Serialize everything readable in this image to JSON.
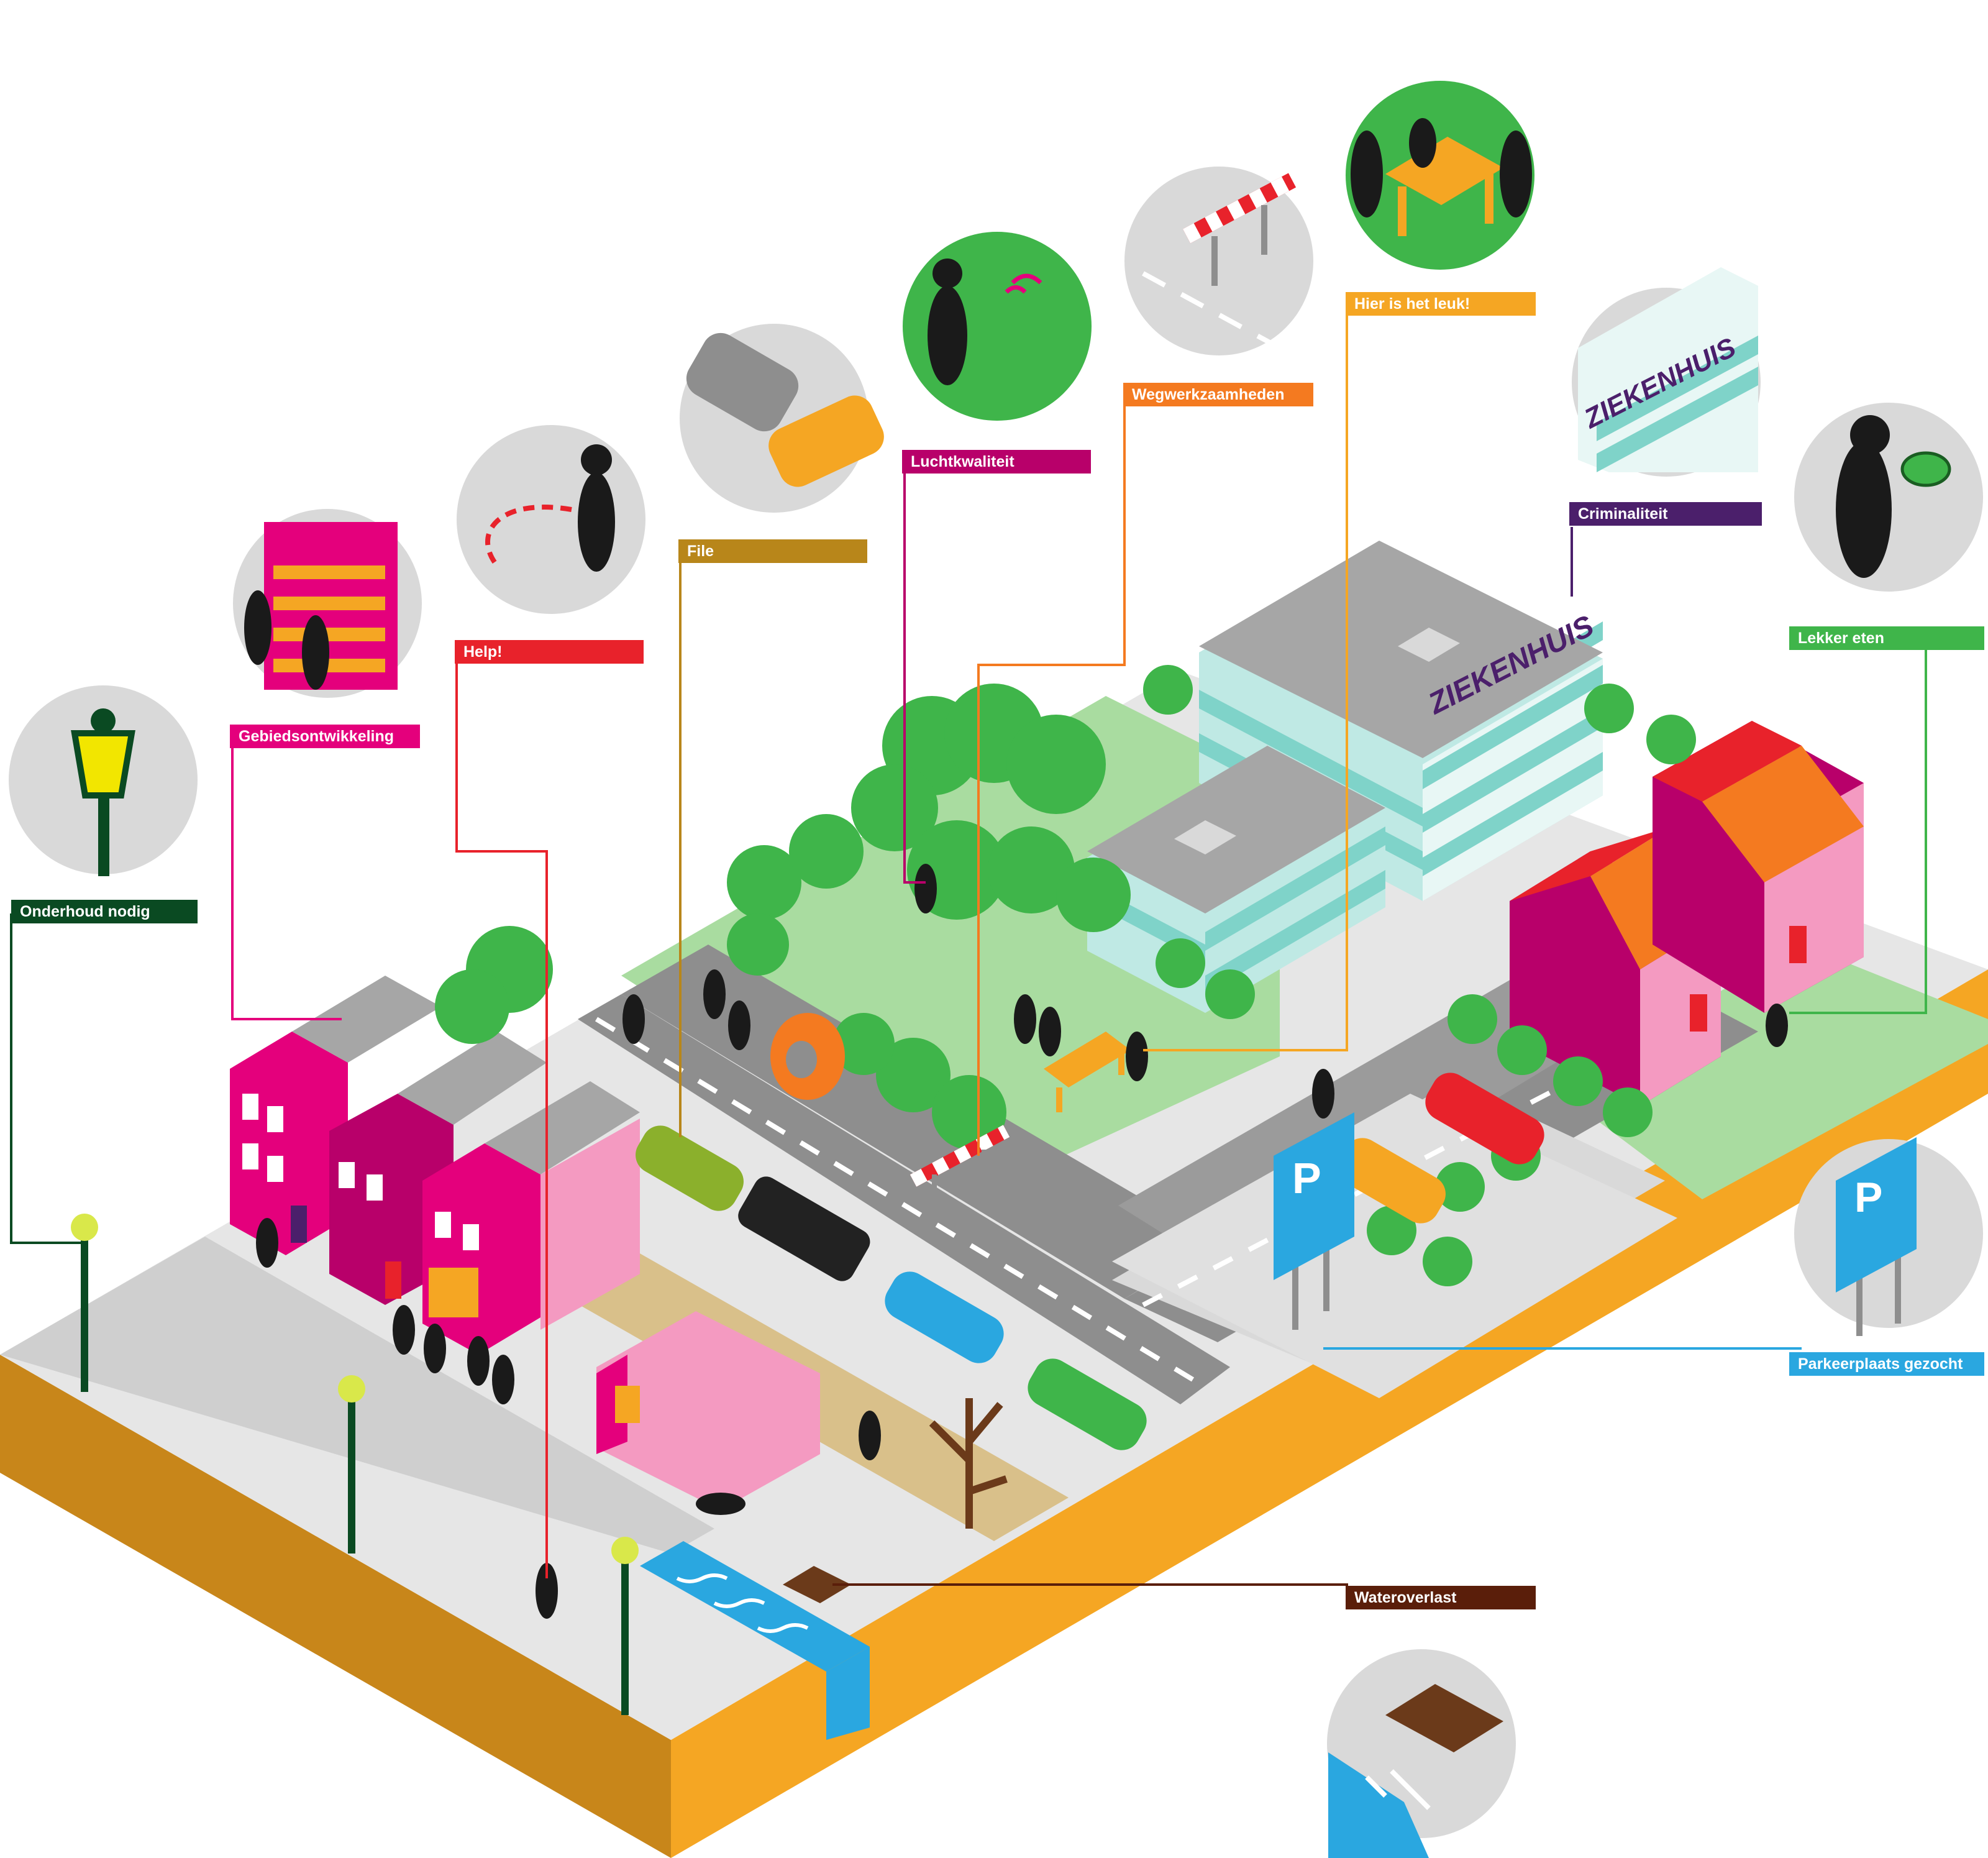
{
  "colors": {
    "ground_top": "#e6e6e6",
    "ground_side": "#f5a623",
    "ground_side_dark": "#c8861a",
    "road": "#8e8e8e",
    "park": "#a9dca0",
    "tree": "#3fb54a",
    "house_pink": "#e4007c",
    "house_light_pink": "#f49ac1",
    "roof_grey": "#a6a6a6",
    "roof_orange": "#f47a20",
    "hospital_stripe": "#7fd3c9",
    "water": "#2aa7e0"
  },
  "labels": [
    {
      "id": "onderhoud",
      "text": "Onderhoud nodig",
      "color": "#0a4a22",
      "icon": "street-lamp-icon"
    },
    {
      "id": "gebied",
      "text": "Gebiedsontwikkeling",
      "color": "#e4007c",
      "icon": "boarded-house-icon"
    },
    {
      "id": "help",
      "text": "Help!",
      "color": "#e8222b",
      "icon": "pedestrian-path-icon"
    },
    {
      "id": "file",
      "text": "File",
      "color": "#b8861a",
      "icon": "traffic-jam-icon"
    },
    {
      "id": "lucht",
      "text": "Luchtkwaliteit",
      "color": "#b8006a",
      "icon": "signal-person-icon"
    },
    {
      "id": "weg",
      "text": "Wegwerkzaamheden",
      "color": "#f47a20",
      "icon": "roadblock-icon"
    },
    {
      "id": "leuk",
      "text": "Hier is het leuk!",
      "color": "#f5a623",
      "icon": "picnic-table-icon"
    },
    {
      "id": "crim",
      "text": "Criminaliteit",
      "color": "#4b1f6b",
      "icon": "hospital-icon"
    },
    {
      "id": "eten",
      "text": "Lekker eten",
      "color": "#3fb54a",
      "icon": "waiter-icon"
    },
    {
      "id": "parkeer",
      "text": "Parkeerplaats gezocht",
      "color": "#2aa7e0",
      "icon": "parking-sign-icon"
    },
    {
      "id": "water",
      "text": "Wateroverlast",
      "color": "#5a1e0a",
      "icon": "drain-icon"
    }
  ],
  "hospital_sign": "ZIEKENHUIS",
  "parking_sign": "P"
}
